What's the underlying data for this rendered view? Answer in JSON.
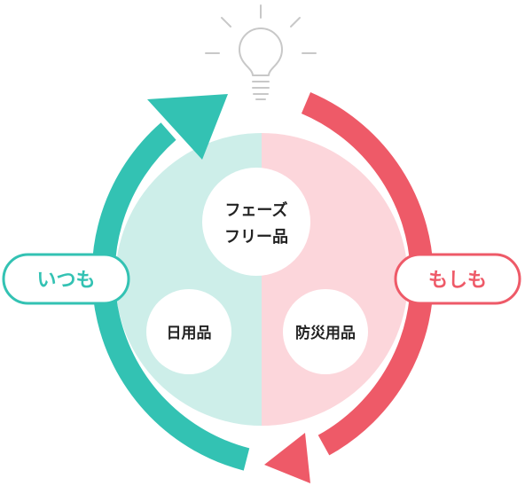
{
  "diagram": {
    "top_node": {
      "line1": "フェーズ",
      "line2": "フリー品"
    },
    "left_node": {
      "label": "日用品"
    },
    "right_node": {
      "label": "防災用品"
    },
    "left_pill": {
      "label": "いつも"
    },
    "right_pill": {
      "label": "もしも"
    }
  },
  "colors": {
    "teal": "#33c2b3",
    "teal_light": "#cdeee9",
    "red": "#ee5a68",
    "red_light": "#fcd6db",
    "bulb_gray": "#c8c8c8",
    "text": "#222222"
  },
  "icons": [
    "lightbulb-icon"
  ]
}
